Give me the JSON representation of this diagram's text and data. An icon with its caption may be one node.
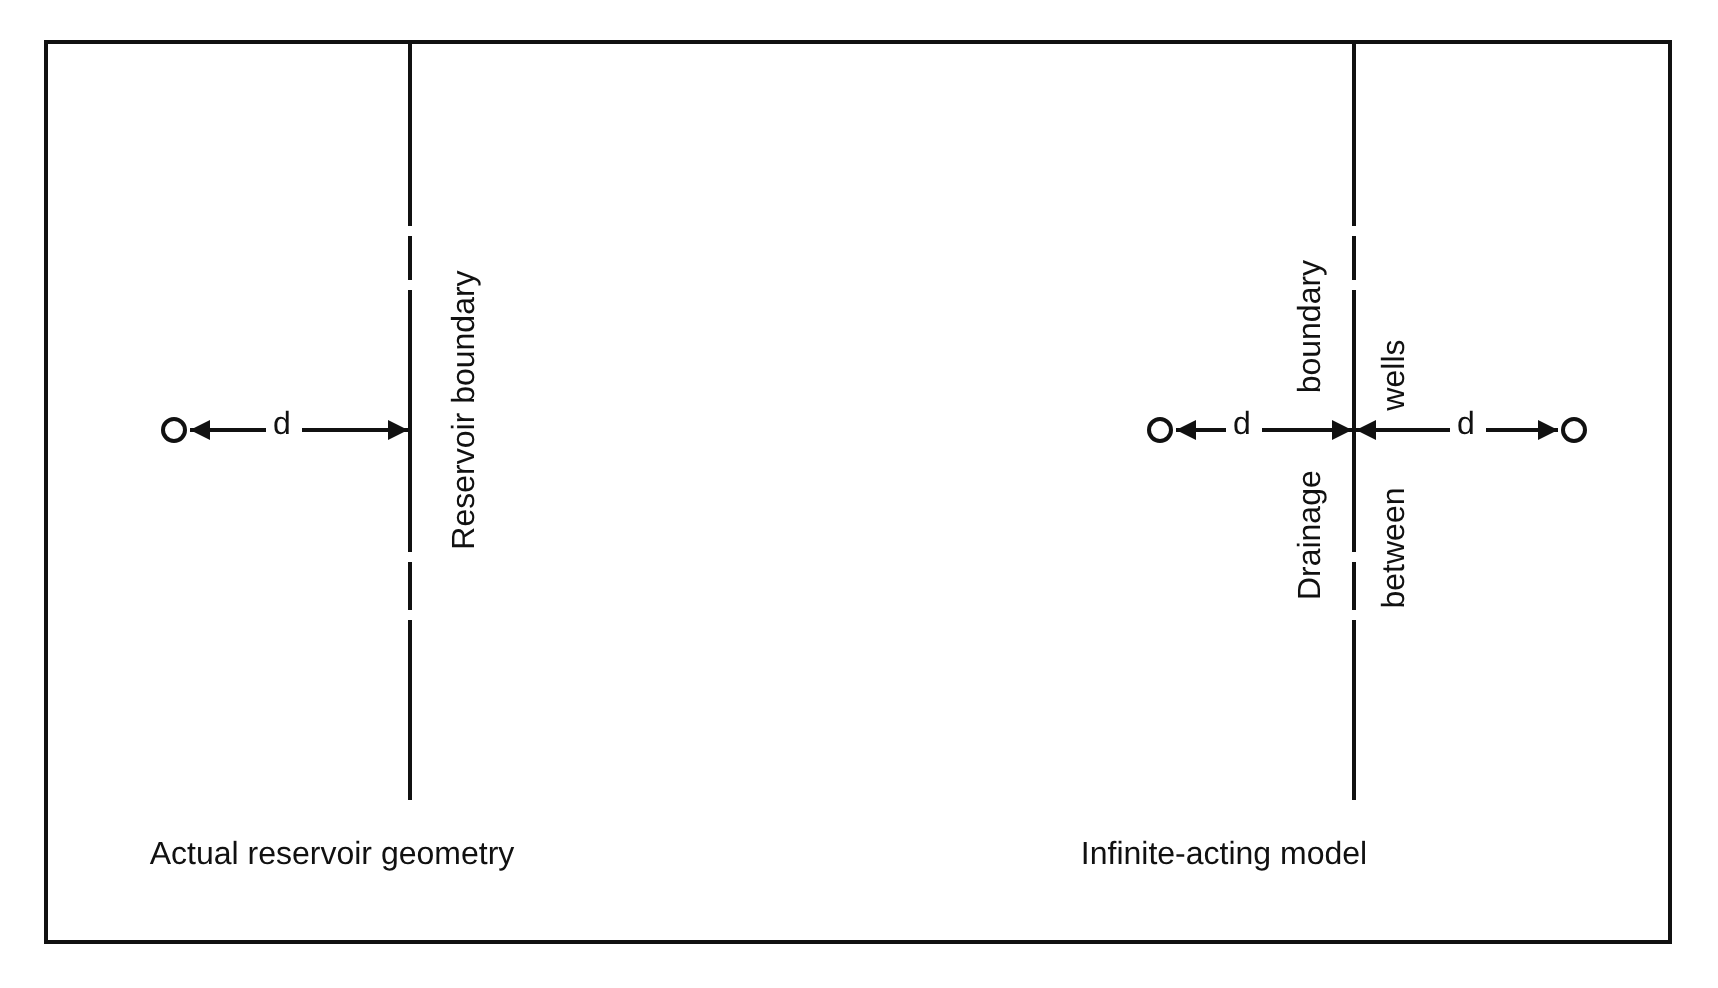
{
  "diagram": {
    "nodes": [
      {
        "text": [],
        "shape": "circle"
      },
      {
        "text": [],
        "shape": "circle"
      },
      {
        "text": [],
        "shape": "circle"
      }
    ],
    "labels": [
      "Reservoir boundary",
      "d",
      "Actual reservoir geometry",
      "Drainage boundary",
      "between wells",
      "d",
      "d",
      "Infinite-acting model"
    ]
  }
}
